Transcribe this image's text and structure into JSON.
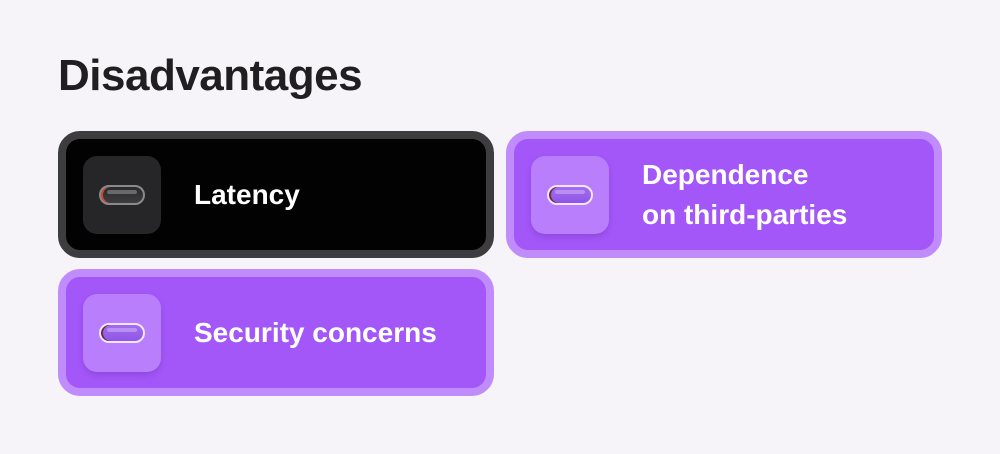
{
  "heading": "Disadvantages",
  "cards": [
    {
      "label": "Latency",
      "style": "dark",
      "icon": "pill-toggle-icon",
      "colors": {
        "background": "#020202",
        "border": "#3d3d40"
      }
    },
    {
      "label": "Dependence\non third-parties",
      "style": "purple",
      "icon": "pill-toggle-icon",
      "colors": {
        "background": "#a357f8",
        "border": "#c08cfb"
      }
    },
    {
      "label": "Security concerns",
      "style": "purple",
      "icon": "pill-toggle-icon",
      "colors": {
        "background": "#a357f8",
        "border": "#c08cfb"
      }
    }
  ]
}
